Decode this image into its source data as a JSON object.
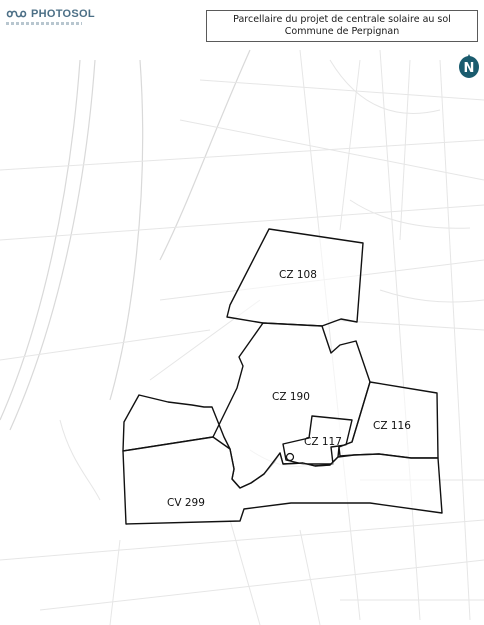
{
  "header": {
    "logo_text": "PHOTOSOL",
    "title_line1": "Parcellaire du projet de centrale solaire au sol",
    "title_line2": "Commune de Perpignan"
  },
  "north_arrow": {
    "letter": "N",
    "color": "#1a5b6e"
  },
  "colors": {
    "brand": "#4c6f86",
    "parcel_stroke": "#111111",
    "background_streets": "#e6e6e6"
  },
  "parcels": [
    {
      "id": "CZ 108",
      "label": "CZ 108"
    },
    {
      "id": "CZ 190",
      "label": "CZ 190"
    },
    {
      "id": "CZ 117",
      "label": "CZ 117"
    },
    {
      "id": "CZ 116",
      "label": "CZ 116"
    },
    {
      "id": "CV 299",
      "label": "CV 299"
    }
  ]
}
